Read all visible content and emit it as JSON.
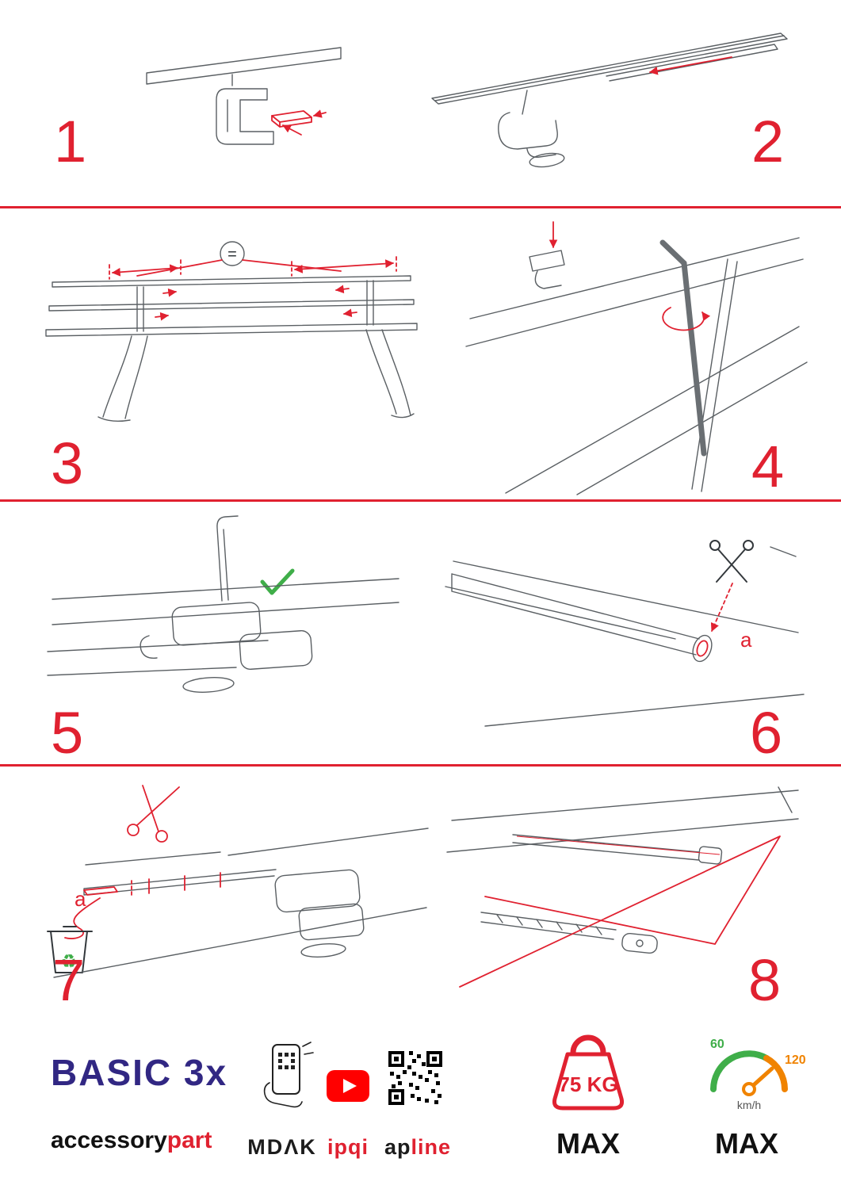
{
  "colors": {
    "accent_red": "#e02130",
    "brand_blue": "#312783",
    "ok_green": "#3fae49",
    "speed_orange": "#f08300",
    "sketch_gray": "#5a5f63"
  },
  "steps": [
    {
      "number": "1"
    },
    {
      "number": "2"
    },
    {
      "number": "3",
      "equals_badge": "="
    },
    {
      "number": "4"
    },
    {
      "number": "5"
    },
    {
      "number": "6",
      "label": "a"
    },
    {
      "number": "7",
      "label": "a"
    },
    {
      "number": "8"
    }
  ],
  "icons": {
    "recycle_glyph": "♻"
  },
  "footer": {
    "product_name": "BASIC 3x",
    "brand": {
      "black": "accessory",
      "red": "part"
    },
    "partners": {
      "mdak": "MDΛK",
      "ipqi": "ipqi",
      "apline_black": "ap",
      "apline_red": "line"
    },
    "weight_limit": "75 KG",
    "weight_max_label": "MAX",
    "speed": {
      "tick_low": "60",
      "tick_high": "120",
      "unit": "km/h",
      "max_label": "MAX"
    }
  }
}
